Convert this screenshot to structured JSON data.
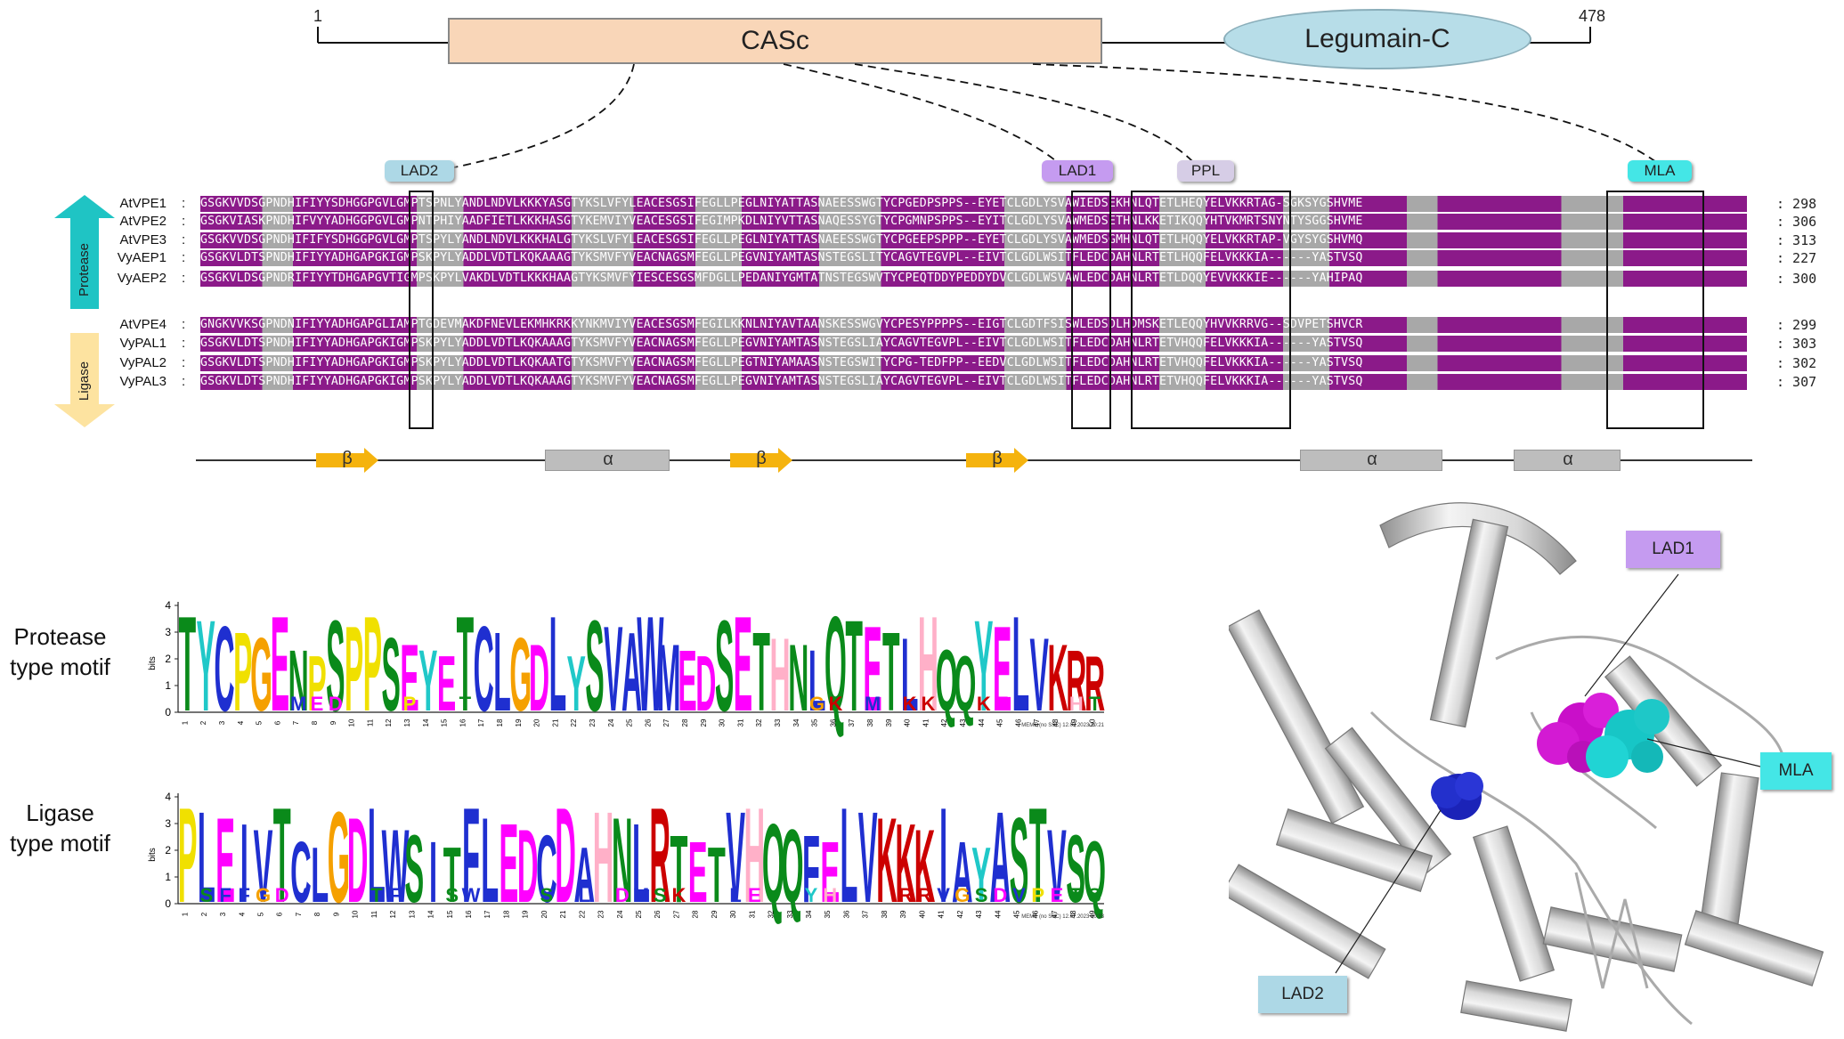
{
  "domain_map": {
    "start": "1",
    "end": "478",
    "domains": [
      "CASc",
      "Legumain-C"
    ]
  },
  "motif_tags": [
    "LAD2",
    "LAD1",
    "PPL",
    "MLA"
  ],
  "colors": {
    "lad2": "#add8e6",
    "lad1": "#c59bf0",
    "ppl": "#d6cde6",
    "mla": "#44e6e6",
    "identical": "#8b1a89",
    "similar": "#a8a8a8",
    "arrow_protease": "#1fc4c4",
    "arrow_ligase": "#fde3a0",
    "beta": "#f5b30e",
    "alpha": "#bdbdbd"
  },
  "groups": {
    "protease": "Protease",
    "ligase": "Ligase"
  },
  "sequences": [
    {
      "name": "AtVPE1",
      "seq": "GSGKVVDSGPNDHIFIYYSDHGGPGVLGMPTSPNLYANDLNDVLKKKYASGTYKSLVFYLEACESGSIFEGLLPEGLNIYATTASNAEESSWGTYCPGEDPSPPS--EYETCLGDLYSVAWIEDSEKHNLQTETLHEQYELVKKRTAG-SGKSYGSHVME",
      "end": "298"
    },
    {
      "name": "AtVPE2",
      "seq": "GSGKVIASKPNDHIFVYYADHGGPGVLGMPNTPHIYAADFIETLKKKHASGTYKEMVIYVEACESGSIFEGIMPKDLNIYVTTASNAQESSYGTYCPGMNPSPPS--EYITCLGDLYSVAWMEDSETHNLKKETIKQQYHTVKMRTSNYNTYSGGSHVME",
      "end": "306"
    },
    {
      "name": "AtVPE3",
      "seq": "GSGKVVDSGPNDHIFIFYSDHGGPGVLGMPTSPYLYANDLNDVLKKKHALGTYKSLVFYLEACESGSIFEGLLPEGLNIYATTASNAEESSWGTYCPGEEPSPPP--EYETCLGDLYSVAWMEDSGMHNLQTETLHQQYELVKKRTAP-VGYSYGSHVMQ",
      "end": "313"
    },
    {
      "name": "VyAEP1",
      "seq": "GSGKVLDTSPNDHIFIYYADHGAPGKIGMPSKPYLYADDLVDTLKQKAAAGTYKSMVFYVEACNAGSMFEGLLPEGVNIYAMTASNSTEGSLITYCAGVTEGVPL--EIVTCLGDLWSITFLEDCDAHNLRTETLHQQFELVKKKIA------YASTVSQ",
      "end": "227"
    },
    {
      "name": "VyAEP2",
      "seq": "GSGKVLDSGPNDRIFIYYTDHGAPGVTIGMPSKPYLVAKDLVDTLKKKHAAGTYKSMVFYIESCESGSMFDGLLPEDANIYGMTATNSTEGSWVTYCPEQTDDYPEDDYDVCLGDLWSVAWLEDCDAHNLRTETLDQQYEVVKKKIE------YAHIPAQ",
      "end": "300"
    },
    {
      "name": "AtVPE4",
      "seq": "GNGKVVKSGPNDNIFIYYADHGAPGLIAMPTGDEVMAKDFNEVLEKMHKRKKYNKMVIYVEACESGSMFEGILKKNLNIYAVTAANSKESSWGVYCPESYPPPPS--EIGTCLGDTFSISWLEDSDLHDMSKETLEQQYHVVKRRVG--SDVPETSHVCR",
      "end": "299"
    },
    {
      "name": "VyPAL1",
      "seq": "GSGKVLDTSPNDHIFIYYADHGAPGKIGMPSKPYLYADDLVDTLKQKAAAGTYKSMVFYVEACNAGSMFEGLLPEGVNIYAMTASNSTEGSLIAYCAGVTEGVPL--EIVTCLGDLWSITFLEDCDAHNLRTETVHQQFELVKKKIA------YASTVSQ",
      "end": "303"
    },
    {
      "name": "VyPAL2",
      "seq": "GSGKVLDTSPNDHIFIYYADHGAPGKIGMPSKPYLYADDLVDTLKQKAATGTYKSMVFYVEACNAGSMFEGLLPEGTNIYAMAASNSTEGSWITYCPG-TEDFPP--EEDVCLGDLWSITFLEDCDAHNLRTETVHQQFELVKKKIA------YASTVSQ",
      "end": "302"
    },
    {
      "name": "VyPAL3",
      "seq": "GSGKVLDTSPNDHIFIYYADHGAPGKIGMPSKPYLYADDLVDTLKQKAAAGTYKSMVFYVEACNAGSMFEGLLPEGVNIYAMTASNSTEGSLIAYCAGVTEGVPL--EIVTCLGDLWSITFLEDCDAHNLRTETVHQQFELVKKKIA------YASTVSQ",
      "end": "307"
    }
  ],
  "secondary_structure": [
    {
      "type": "beta",
      "label": "β"
    },
    {
      "type": "alpha",
      "label": "α"
    },
    {
      "type": "beta",
      "label": "β"
    },
    {
      "type": "beta",
      "label": "β"
    },
    {
      "type": "alpha",
      "label": "α"
    },
    {
      "type": "alpha",
      "label": "α"
    }
  ],
  "motifs": [
    {
      "label_line1": "Protease",
      "label_line2": "type motif",
      "y_axis": "bits",
      "footer": "MEME (no SSC) 12.07.2023 20:21",
      "consensus": "TYCPGENPSPPSEYETCLGDLYSVAWMEDSETHNLQTETLHQQYELVKRR",
      "secondary": "------MED---P--T------------------GK-M-KK--KE---HTMK",
      "ticks": [
        "1",
        "2",
        "3",
        "4",
        "5",
        "6",
        "7",
        "8",
        "9",
        "10",
        "11",
        "12",
        "13",
        "14",
        "15",
        "16",
        "17",
        "18",
        "19",
        "20",
        "21",
        "22",
        "23",
        "24",
        "25",
        "26",
        "27",
        "28",
        "29",
        "30",
        "31",
        "32",
        "33",
        "34",
        "35",
        "36",
        "37",
        "38",
        "39",
        "40",
        "41",
        "42",
        "43",
        "44",
        "45",
        "46",
        "47",
        "48",
        "49",
        "50"
      ]
    },
    {
      "label_line1": "Ligase",
      "label_line2": "type motif",
      "y_axis": "bits",
      "footer": "MEME (no SSC) 12.07.2023 20:33",
      "consensus": "PLEIVTCLGDLWSITFLEDCDAHNLRTETVHQQFELVKKKIAYASTVSQ",
      "secondary": "-SFFGDV---TF--SW---S-L-DMSK--LE--YHV--RRVGSDVPETS",
      "ticks": [
        "1",
        "2",
        "3",
        "4",
        "5",
        "6",
        "7",
        "8",
        "9",
        "10",
        "11",
        "12",
        "13",
        "14",
        "15",
        "16",
        "17",
        "18",
        "19",
        "20",
        "21",
        "22",
        "23",
        "24",
        "25",
        "26",
        "27",
        "28",
        "29",
        "30",
        "31",
        "32",
        "33",
        "34",
        "35",
        "36",
        "37",
        "38",
        "39",
        "40",
        "41",
        "42",
        "43",
        "44",
        "45",
        "46",
        "47",
        "48",
        "49"
      ]
    }
  ],
  "structure_callouts": [
    "LAD1",
    "MLA",
    "LAD2"
  ]
}
